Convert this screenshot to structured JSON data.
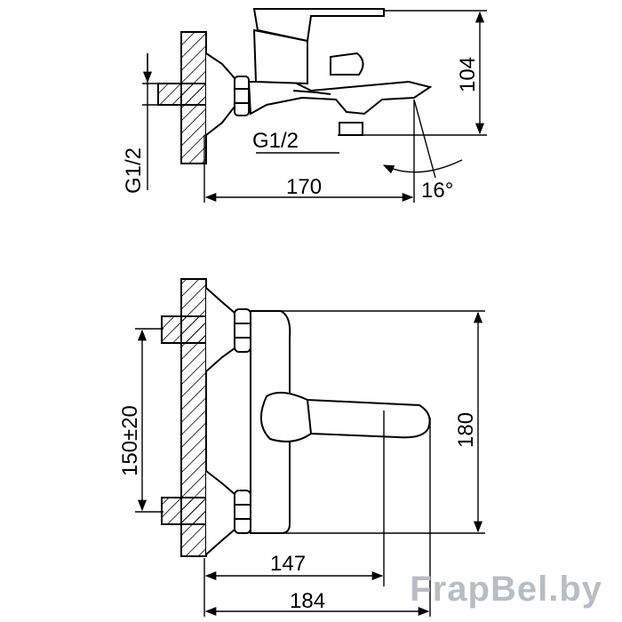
{
  "dimensions": {
    "thread_label_left": "G1/2",
    "thread_label_right": "G1/2",
    "width_top": "170",
    "height_right_top": "104",
    "angle": "16°",
    "center_distance": "150±20",
    "height_right_bottom": "180",
    "depth_inner": "147",
    "depth_outer": "184"
  },
  "watermark": "FrapBel.by",
  "colors": {
    "line": "#000000",
    "watermark": "#b9bdc3"
  }
}
